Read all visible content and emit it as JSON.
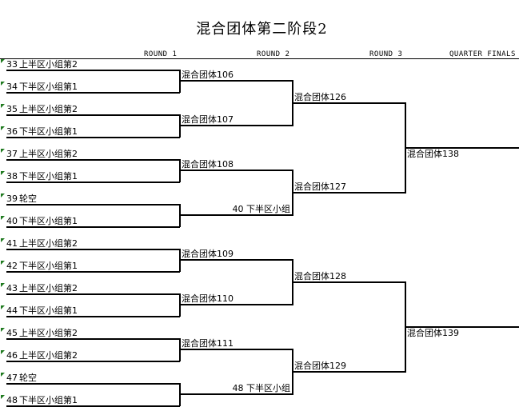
{
  "title": "混合团体第二阶段2",
  "rounds": [
    "ROUND 1",
    "ROUND 2",
    "ROUND 3",
    "QUARTER FINALS"
  ],
  "entries": [
    {
      "num": "33",
      "name": "上半区小组第2"
    },
    {
      "num": "34",
      "name": "下半区小组第1"
    },
    {
      "num": "35",
      "name": "上半区小组第2"
    },
    {
      "num": "36",
      "name": "下半区小组第1"
    },
    {
      "num": "37",
      "name": "上半区小组第2"
    },
    {
      "num": "38",
      "name": "下半区小组第1"
    },
    {
      "num": "39",
      "name": "轮空"
    },
    {
      "num": "40",
      "name": "下半区小组第1"
    },
    {
      "num": "41",
      "name": "上半区小组第2"
    },
    {
      "num": "42",
      "name": "下半区小组第1"
    },
    {
      "num": "43",
      "name": "上半区小组第2"
    },
    {
      "num": "44",
      "name": "下半区小组第1"
    },
    {
      "num": "45",
      "name": "上半区小组第2"
    },
    {
      "num": "46",
      "name": "上半区小组第2"
    },
    {
      "num": "47",
      "name": "轮空"
    },
    {
      "num": "48",
      "name": "下半区小组第1"
    }
  ],
  "round2": [
    {
      "label": "混合团体106"
    },
    {
      "label": "混合团体107"
    },
    {
      "label": "混合团体108"
    },
    {
      "label": "40 下半区小组"
    },
    {
      "label": "混合团体109"
    },
    {
      "label": "混合团体110"
    },
    {
      "label": "混合团体111"
    },
    {
      "label": "48 下半区小组"
    }
  ],
  "round3": [
    {
      "label": "混合团体126"
    },
    {
      "label": "混合团体127"
    },
    {
      "label": "混合团体128"
    },
    {
      "label": "混合团体129"
    }
  ],
  "quarter": [
    {
      "label": "混合团体138"
    },
    {
      "label": "混合团体139"
    }
  ]
}
